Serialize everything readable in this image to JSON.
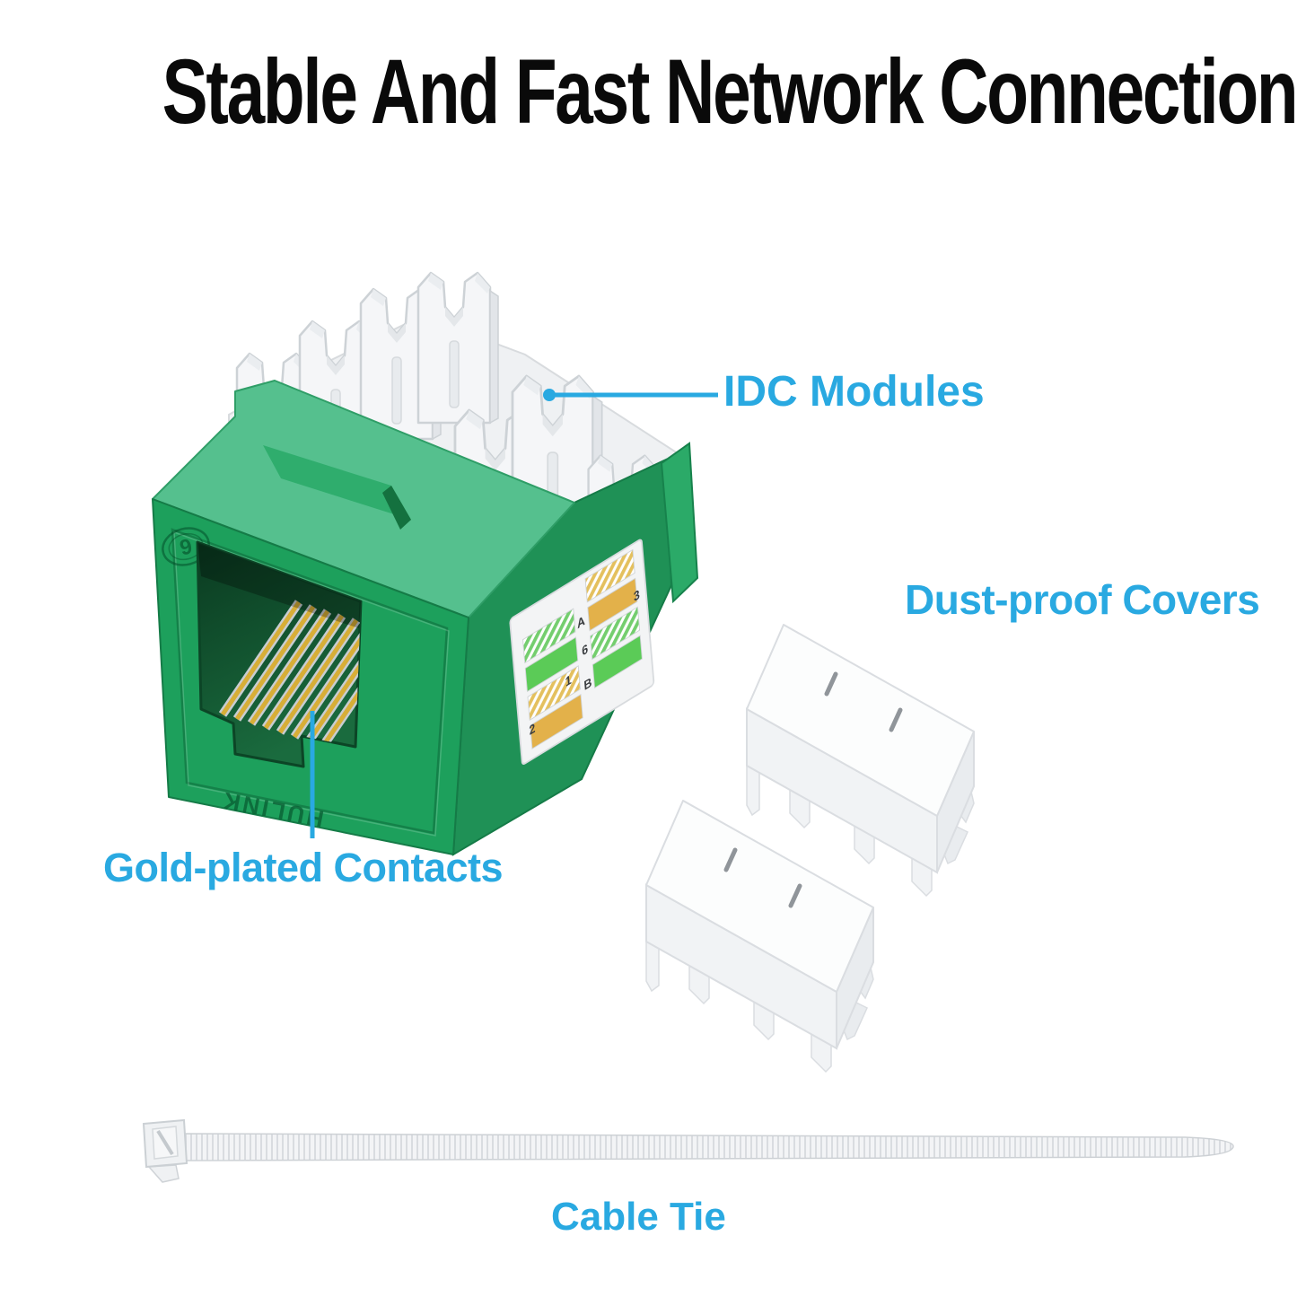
{
  "title": "Stable And Fast Network Connection",
  "callouts": {
    "idc": {
      "label": "IDC Modules"
    },
    "covers": {
      "label": "Dust-proof Covers"
    },
    "contacts": {
      "label": "Gold-plated Contacts"
    },
    "tie": {
      "label": "Cable Tie"
    }
  },
  "jack": {
    "type": "RJ45 keystone jack",
    "rating_mark": "6",
    "brand_emboss": "HULINK",
    "wiring_label": {
      "marks": [
        "A",
        "6",
        "B",
        "1",
        "2",
        "3"
      ]
    }
  },
  "colors": {
    "accent_blue": "#29a9e1",
    "title_black": "#0a0a0a",
    "jack_green_front": "#1da05c",
    "jack_green_top": "#55c08e",
    "jack_green_side": "#1f9156",
    "jack_green_dark": "#157b47",
    "gold_contact": "#d7ae37",
    "white_plastic": "#f5f6f8",
    "swatch_green": "#5bcb57",
    "swatch_orange": "#e3b14a"
  }
}
